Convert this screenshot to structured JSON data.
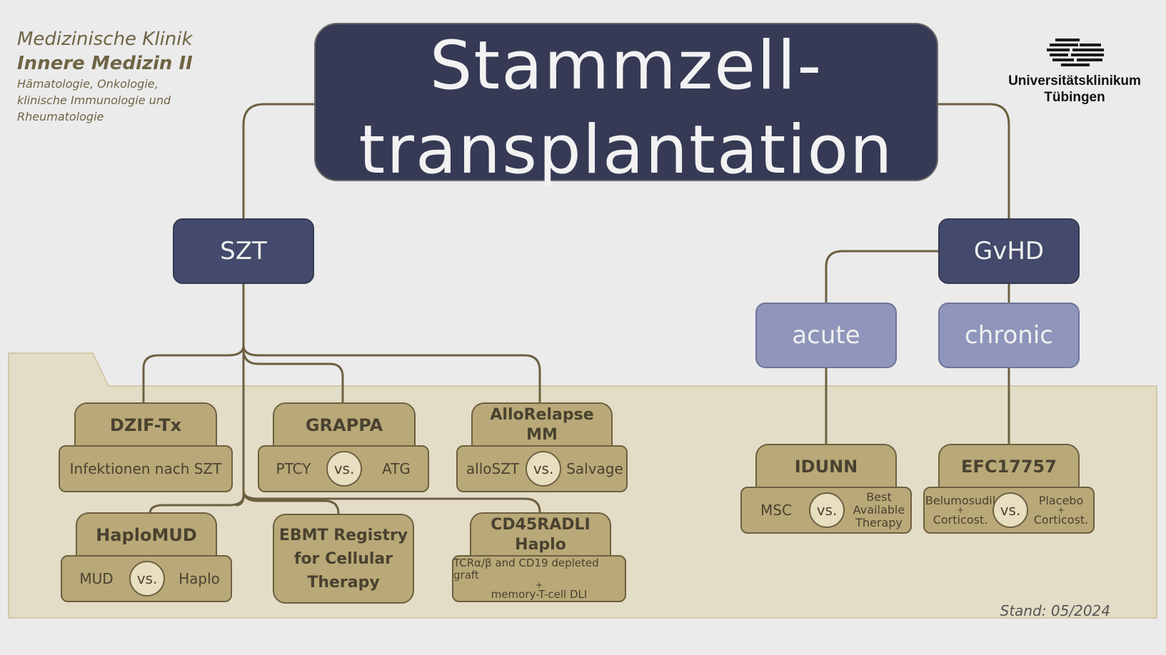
{
  "clinic": {
    "line1": "Medizinische Klinik",
    "line2": "Innere Medizin II",
    "line3": "Hämatologie, Onkologie, klinische Immunologie und Rheumatologie"
  },
  "university": {
    "line1": "Universitätsklinikum",
    "line2": "Tübingen"
  },
  "title": {
    "line1": "Stammzell-",
    "line2": "transplantation"
  },
  "branches": {
    "szt": "SZT",
    "gvhd": "GvHD",
    "acute": "acute",
    "chronic": "chronic"
  },
  "studies": {
    "dzif": {
      "name": "DZIF-Tx",
      "detail": "Infektionen nach SZT"
    },
    "grappa": {
      "name": "GRAPPA",
      "left": "PTCY",
      "vs": "vs.",
      "right": "ATG"
    },
    "allorelapse": {
      "name": "AlloRelapse MM",
      "left": "alloSZT",
      "vs": "vs.",
      "right": "Salvage"
    },
    "haplomud": {
      "name": "HaploMUD",
      "left": "MUD",
      "vs": "vs.",
      "right": "Haplo"
    },
    "ebmt": {
      "name": "EBMT Registry for Cellular Therapy"
    },
    "cd45": {
      "name": "CD45RADLI Haplo",
      "detail1": "TCRα/β and CD19 depleted graft",
      "plus": "+",
      "detail2": "memory-T-cell DLI"
    },
    "idunn": {
      "name": "IDUNN",
      "left": "MSC",
      "vs": "vs.",
      "right": "Best Available Therapy"
    },
    "efc": {
      "name": "EFC17757",
      "left_a": "Belumosudil",
      "left_plus": "+",
      "left_b": "Corticost.",
      "vs": "vs.",
      "right_a": "Placebo",
      "right_plus": "+",
      "right_b": "Corticost."
    }
  },
  "footer": {
    "stand": "Stand: 05/2024"
  },
  "colors": {
    "title_bg": "#363a55",
    "node_dark": "#434a6b",
    "node_light": "#8f95bb",
    "study_fill": "#b9a978",
    "region": "#e3dcc6",
    "connector": "#6d6041"
  }
}
